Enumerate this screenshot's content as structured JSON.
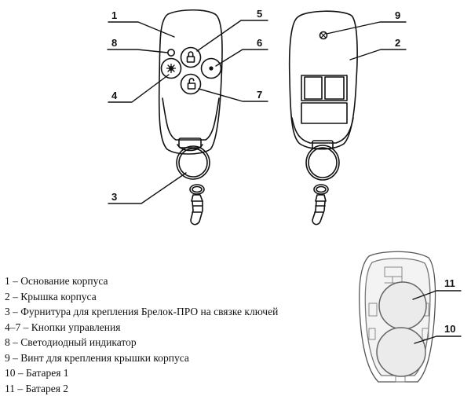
{
  "callouts": {
    "c1": "1",
    "c2": "2",
    "c3": "3",
    "c4": "4",
    "c5": "5",
    "c6": "6",
    "c7": "7",
    "c8": "8",
    "c9": "9",
    "c10": "10",
    "c11": "11"
  },
  "legend": [
    "1 – Основание корпуса",
    "2 – Крышка корпуса",
    "3 – Фурнитура для крепления Брелок-ПРО на связке ключей",
    "4–7 – Кнопки управления",
    "8 – Светодиодный индикатор",
    "9 – Винт для крепления крышки корпуса",
    "10 – Батарея 1",
    "11 – Батарея 2"
  ]
}
